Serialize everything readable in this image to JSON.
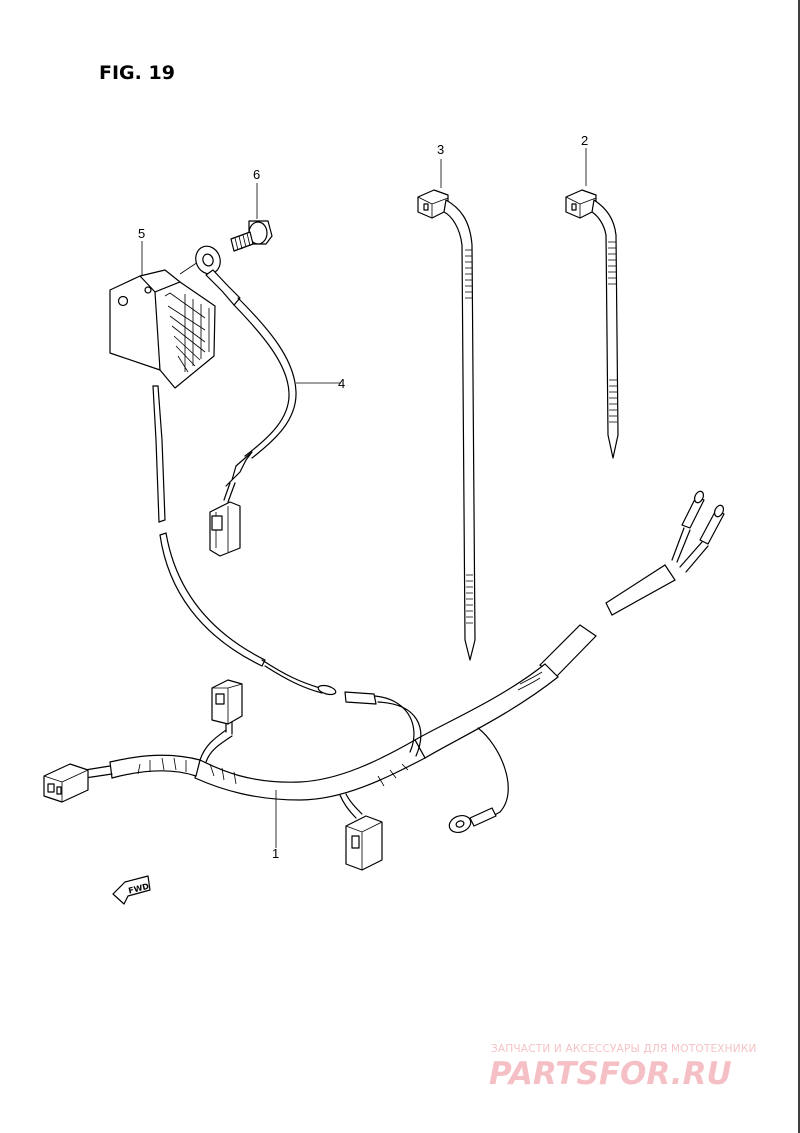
{
  "figure": {
    "title": "FIG. 19",
    "direction_label": "FWD"
  },
  "callouts": [
    {
      "id": "1",
      "part": "wiring harness"
    },
    {
      "id": "2",
      "part": "cable tie, short"
    },
    {
      "id": "3",
      "part": "cable tie, long"
    },
    {
      "id": "4",
      "part": "ground lead"
    },
    {
      "id": "5",
      "part": "regulator/rectifier"
    },
    {
      "id": "6",
      "part": "bolt"
    }
  ],
  "watermark": {
    "tagline": "ЗАПЧАСТИ И АКСЕССУАРЫ ДЛЯ МОТОТЕХНИКИ",
    "brand": "PARTSFOR.RU",
    "color": "#f5c0c5"
  }
}
